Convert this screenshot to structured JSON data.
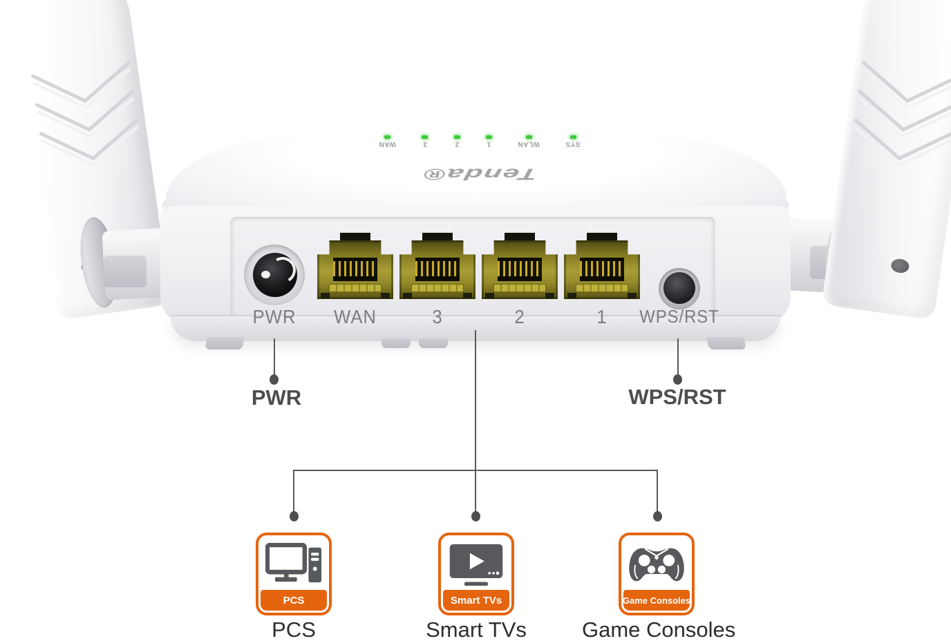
{
  "router": {
    "logo": "Tenda®",
    "leds": [
      {
        "label": "WAN"
      },
      {
        "label": "3"
      },
      {
        "label": "2"
      },
      {
        "label": "1"
      },
      {
        "label": "WLAN"
      },
      {
        "label": "SYS"
      }
    ],
    "ports": {
      "pwr": "PWR",
      "wan": "WAN",
      "lan3": "3",
      "lan2": "2",
      "lan1": "1",
      "wps": "WPS/RST"
    }
  },
  "callouts": {
    "pwr": "PWR",
    "wps": "WPS/RST"
  },
  "connected_devices": [
    {
      "badge": "PCS",
      "label": "PCS",
      "icon": "desktop-pc-icon"
    },
    {
      "badge": "Smart TVs",
      "label": "Smart TVs",
      "icon": "smart-tv-icon"
    },
    {
      "badge": "Game Consoles",
      "label": "Game Consoles",
      "icon": "game-controller-icon"
    }
  ],
  "colors": {
    "accent_orange": "#E5650F",
    "callout_line": "#57585A",
    "callout_label": "#4C4D4F",
    "device_label": "#2D2D2F",
    "port_label": "#7C7D81",
    "led_green": "#3EC93B",
    "icon_gray": "#58595C",
    "rj45_yellow": "#A89D35"
  }
}
